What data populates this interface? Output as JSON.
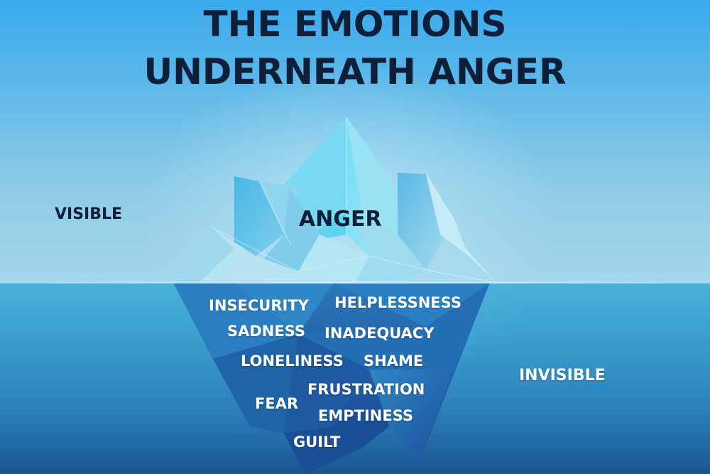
{
  "title": {
    "line1": "THE EMOTIONS",
    "line2": "UNDERNEATH ANGER"
  },
  "zones": {
    "above": "VISIBLE",
    "below": "INVISIBLE"
  },
  "tip": {
    "label": "ANGER"
  },
  "underlying_emotions": [
    {
      "label": "INSECURITY"
    },
    {
      "label": "HELPLESSNESS"
    },
    {
      "label": "SADNESS"
    },
    {
      "label": "INADEQUACY"
    },
    {
      "label": "LONELINESS"
    },
    {
      "label": "SHAME"
    },
    {
      "label": "FRUSTRATION"
    },
    {
      "label": "FEAR"
    },
    {
      "label": "EMPTINESS"
    },
    {
      "label": "GUILT"
    }
  ],
  "colors": {
    "title_text": "#0f1f3a",
    "sky_top": "#3aaaec",
    "sky_bottom": "#a6d6ea",
    "sea_top": "#4ab2da",
    "sea_bottom": "#1a5592",
    "ice_light": "#bfe9f5",
    "ice_mid": "#6fd3ee",
    "underwater_ice": "#1f66ad",
    "emotion_text": "#ffffff"
  }
}
